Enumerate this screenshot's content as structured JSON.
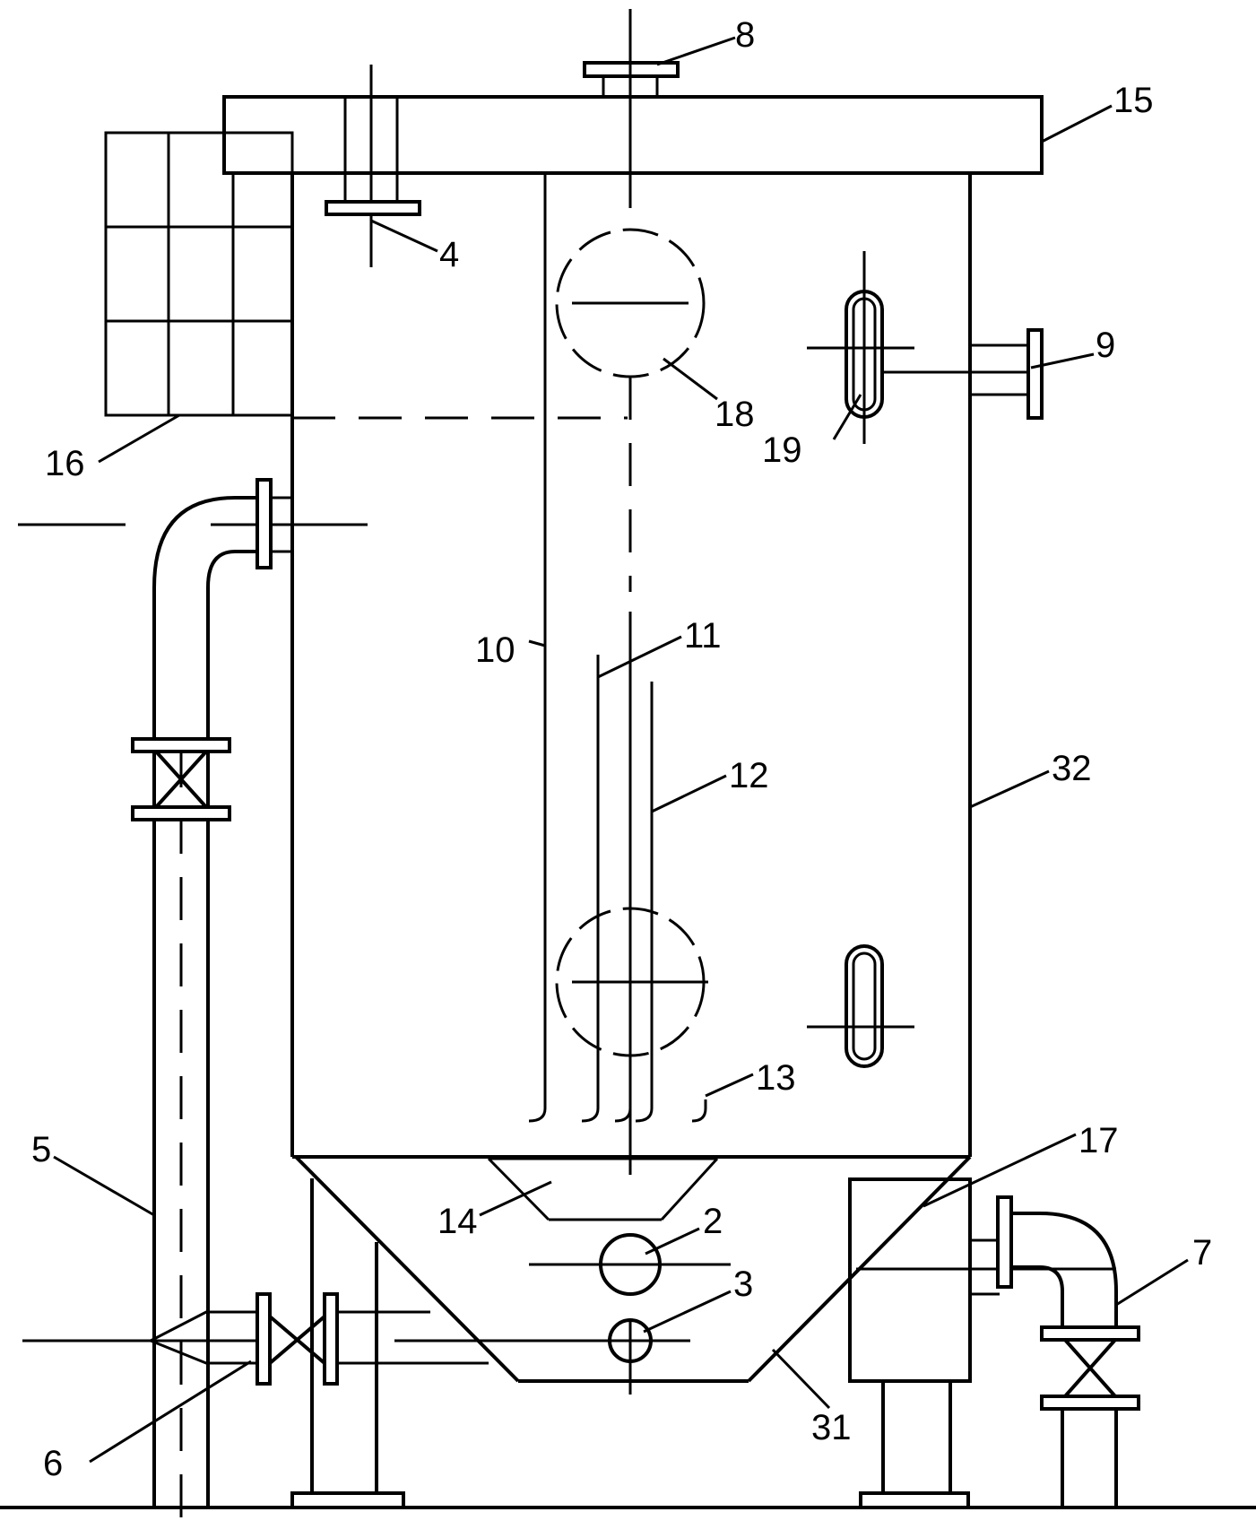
{
  "labels": {
    "l2": "2",
    "l3": "3",
    "l4": "4",
    "l5": "5",
    "l6": "6",
    "l7": "7",
    "l8": "8",
    "l9": "9",
    "l10": "10",
    "l11": "11",
    "l12": "12",
    "l13": "13",
    "l14": "14",
    "l15": "15",
    "l16": "16",
    "l17": "17",
    "l18": "18",
    "l19": "19",
    "l31": "31",
    "l32": "32"
  }
}
